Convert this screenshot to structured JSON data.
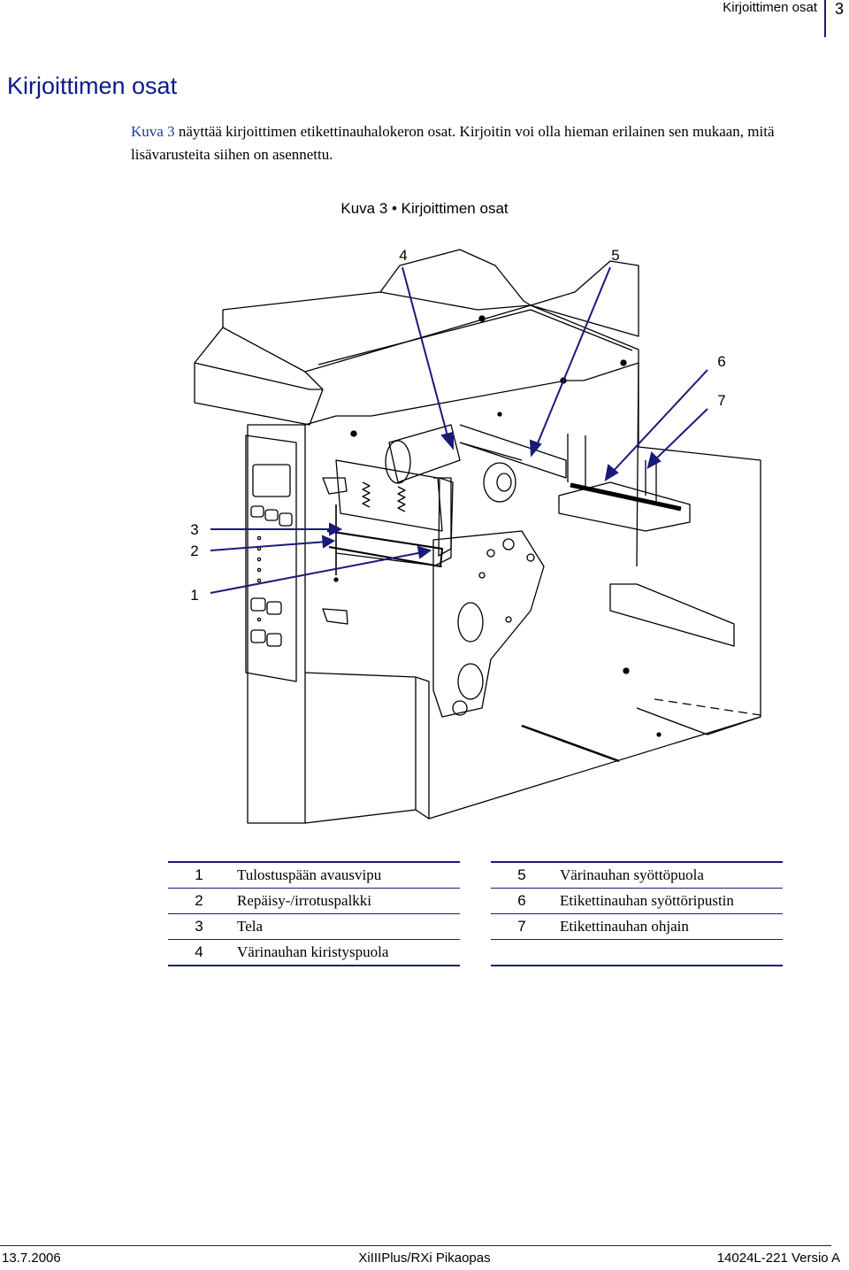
{
  "header": {
    "section_title": "Kirjoittimen osat",
    "page_number": "3"
  },
  "title": "Kirjoittimen osat",
  "intro": {
    "link_text": "Kuva 3",
    "text": " näyttää kirjoittimen etikettinauhalokeron osat. Kirjoitin voi olla hieman erilainen sen mukaan, mitä lisävarusteita siihen on asennettu."
  },
  "figure": {
    "caption": "Kuva 3 • Kirjoittimen osat",
    "callouts": [
      "4",
      "5",
      "6",
      "7",
      "3",
      "2",
      "1"
    ]
  },
  "legend": {
    "left": [
      {
        "num": "1",
        "text": "Tulostuspään avausvipu"
      },
      {
        "num": "2",
        "text": "Repäisy-/irrotuspalkki"
      },
      {
        "num": "3",
        "text": "Tela"
      },
      {
        "num": "4",
        "text": "Värinauhan kiristyspuola"
      }
    ],
    "right": [
      {
        "num": "5",
        "text": "Värinauhan syöttöpuola"
      },
      {
        "num": "6",
        "text": "Etikettinauhan syöttöripustin"
      },
      {
        "num": "7",
        "text": "Etikettinauhan ohjain"
      },
      {
        "num": "",
        "text": ""
      }
    ]
  },
  "footer": {
    "date": "13.7.2006",
    "center": "XiIIIPlus/RXi Pikaopas",
    "right": "14024L-221 Versio A"
  },
  "colors": {
    "accent": "#0a1a8c",
    "rule": "#1a1a7a",
    "callout_line": "#1a1a7a"
  }
}
